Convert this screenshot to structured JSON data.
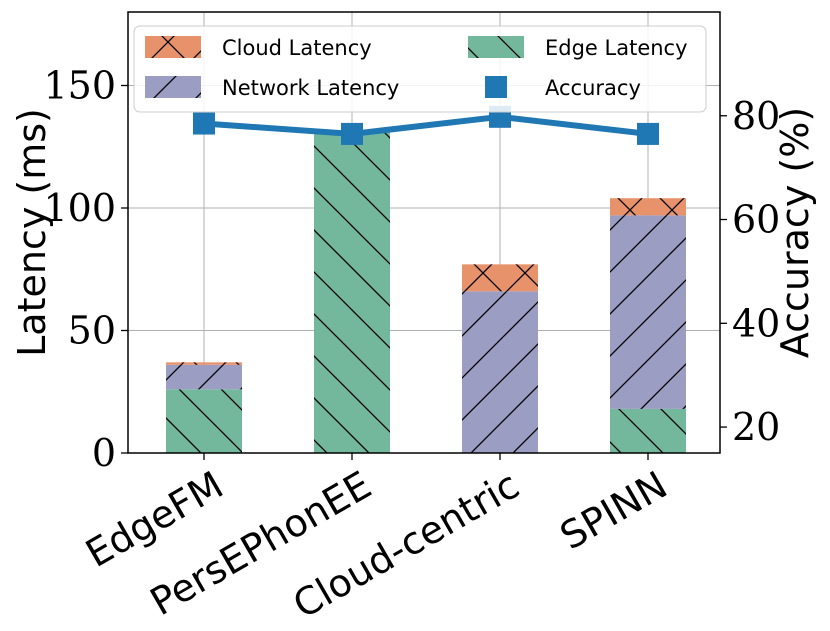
{
  "chart_data": {
    "type": "bar",
    "stacked": true,
    "categories": [
      "EdgeFM",
      "PersEPhonEE",
      "Cloud-centric",
      "SPINN"
    ],
    "series": [
      {
        "name": "Edge Latency",
        "values": [
          26,
          131,
          0,
          18
        ],
        "color": "#73b89d",
        "hatch": "backslash"
      },
      {
        "name": "Network Latency",
        "values": [
          10,
          0,
          66,
          79
        ],
        "color": "#9b9dc3",
        "hatch": "slash"
      },
      {
        "name": "Cloud Latency",
        "values": [
          1,
          0,
          11,
          7
        ],
        "color": "#e8926c",
        "hatch": "cross"
      }
    ],
    "line_series": {
      "name": "Accuracy",
      "values": [
        78.5,
        76.5,
        79.8,
        76.5
      ],
      "color": "#1f77b4",
      "axis": "right"
    },
    "ylabel": "Latency (ms)",
    "ylabel_right": "Accuracy (%)",
    "ylim": [
      0,
      180
    ],
    "ylim_right": [
      15,
      100
    ],
    "yticks": [
      0,
      50,
      100,
      150
    ],
    "yticks_right": [
      20,
      40,
      60,
      80
    ],
    "ytick_labels": [
      "0",
      "50",
      "100",
      "150"
    ],
    "ytick_labels_right": [
      "20",
      "40",
      "60",
      "80"
    ],
    "grid": true,
    "legend_placement": "top",
    "legend": [
      "Cloud Latency",
      "Edge Latency",
      "Network Latency",
      "Accuracy"
    ]
  }
}
